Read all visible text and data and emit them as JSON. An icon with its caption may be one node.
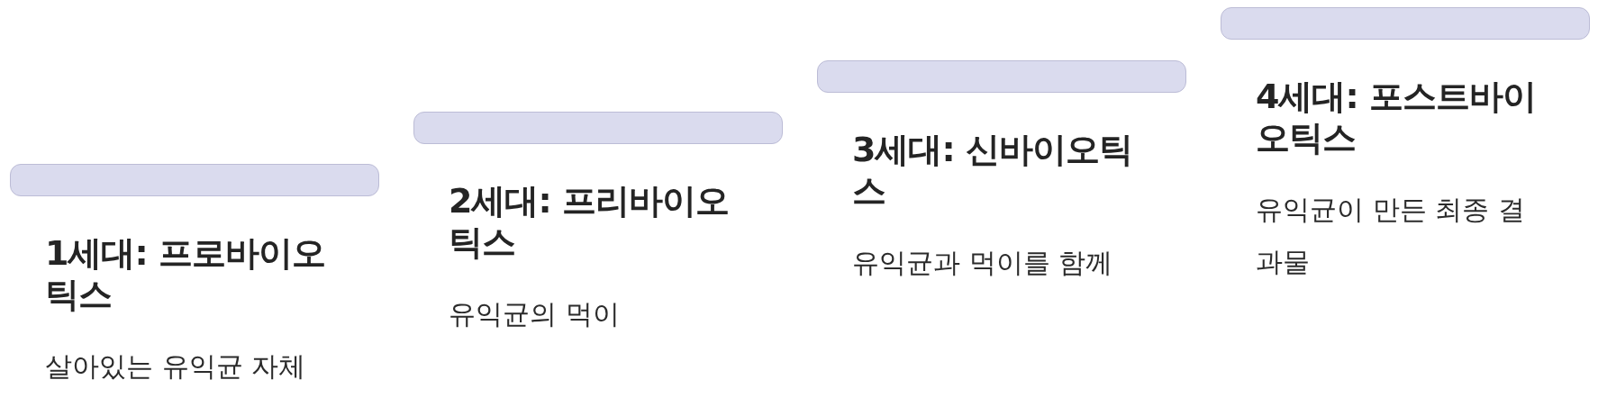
{
  "diagram": {
    "nodes": [
      {
        "text": [
          "1세대: 프로바이오틱스",
          "살아있는 유익균 자체"
        ]
      },
      {
        "text": [
          "2세대: 프리바이오틱스",
          "유익균의 먹이"
        ]
      },
      {
        "text": [
          "3세대: 신바이오틱스",
          "유익균과 먹이를 함께"
        ]
      },
      {
        "text": [
          "4세대: 포스트바이오틱스",
          "유익균이 만든 최종 결과물"
        ]
      }
    ]
  }
}
